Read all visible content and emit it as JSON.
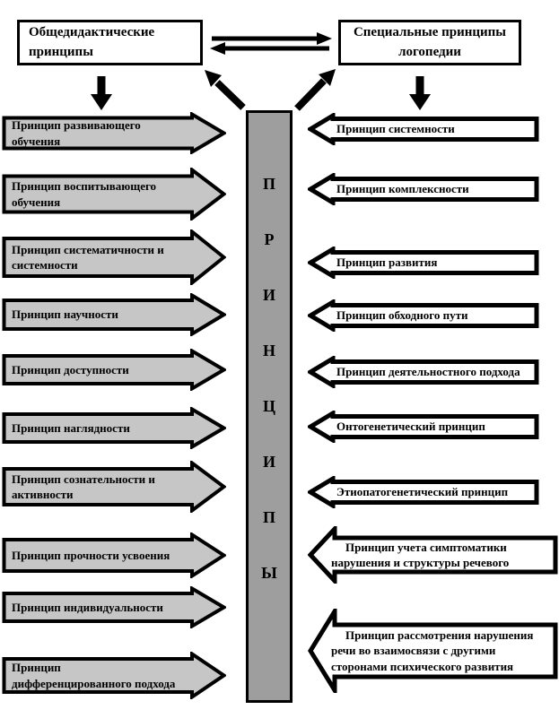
{
  "header": {
    "left_box": "Общедидактические принципы",
    "right_box": "Специальные принципы логопедии"
  },
  "center_column": {
    "word": "ПРИНЦИПЫ",
    "letters": [
      "П",
      "Р",
      "И",
      "Н",
      "Ц",
      "И",
      "П",
      "Ы"
    ]
  },
  "general_didactic_principles": [
    {
      "label": "Принцип развивающего обучения"
    },
    {
      "label": "Принцип воспитывающего обучения"
    },
    {
      "label": "Принцип систематичности и системности"
    },
    {
      "label": "Принцип научности"
    },
    {
      "label": "Принцип доступности"
    },
    {
      "label": "Принцип наглядности"
    },
    {
      "label": "Принцип сознательности и активности"
    },
    {
      "label": "Принцип прочности усвоения"
    },
    {
      "label": "Принцип индивидуальности"
    },
    {
      "label": "Принцип дифференцированного подхода"
    }
  ],
  "special_logopedic_principles": [
    {
      "label": "Принцип системности"
    },
    {
      "label": "Принцип комплексности"
    },
    {
      "label": "Принцип развития"
    },
    {
      "label": "Принцип обходного пути"
    },
    {
      "label": "Принцип деятельностного подхода"
    },
    {
      "label": "Онтогенетический принцип"
    },
    {
      "label": "Этиопатогенетический принцип"
    },
    {
      "label": "Принцип учета симптоматики нарушения и структуры речевого"
    },
    {
      "label": "Принцип рассмотрения нарушения речи во взаимосвязи с другими сторонами психического развития"
    }
  ],
  "colors": {
    "left_arrow_fill": "#c6c6c6",
    "right_arrow_fill": "#ffffff",
    "column_fill": "#9e9e9e",
    "outline": "#000000"
  }
}
